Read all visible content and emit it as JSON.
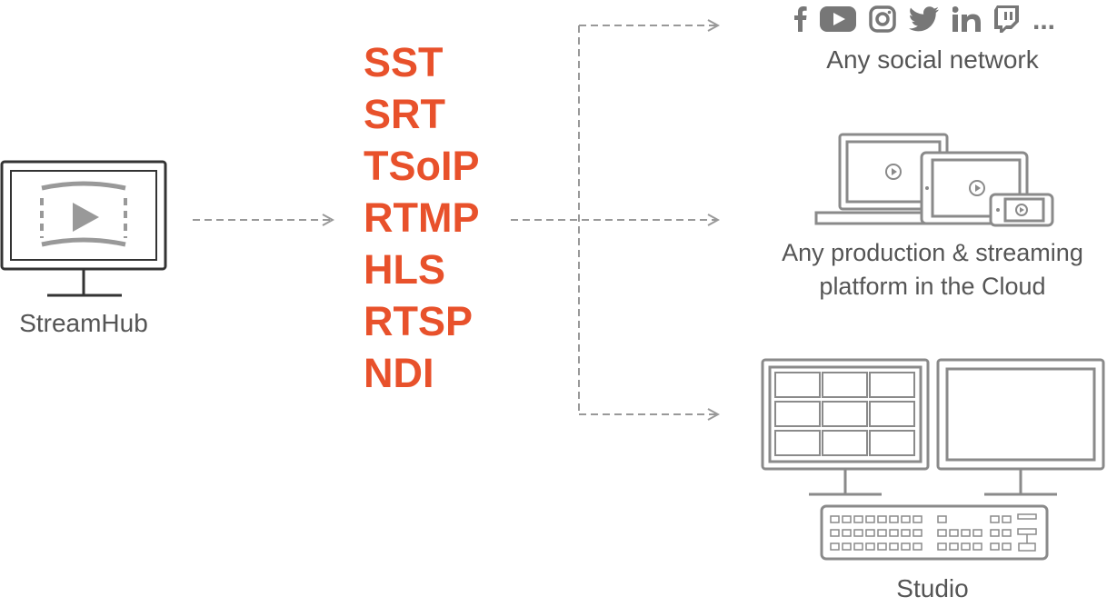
{
  "source": {
    "label": "StreamHub"
  },
  "protocols": [
    "SST",
    "SRT",
    "TSoIP",
    "RTMP",
    "HLS",
    "RTSP",
    "NDI"
  ],
  "destinations": {
    "social": {
      "label": "Any social network",
      "more": "...",
      "icons": [
        "facebook-icon",
        "youtube-icon",
        "instagram-icon",
        "twitter-icon",
        "linkedin-icon",
        "twitch-icon"
      ]
    },
    "cloud": {
      "label_line1": "Any production & streaming",
      "label_line2": "platform in the Cloud"
    },
    "studio": {
      "label": "Studio"
    }
  },
  "colors": {
    "accent": "#e8512b",
    "line": "#999999",
    "device": "#8a8a8a",
    "text": "#555555"
  }
}
